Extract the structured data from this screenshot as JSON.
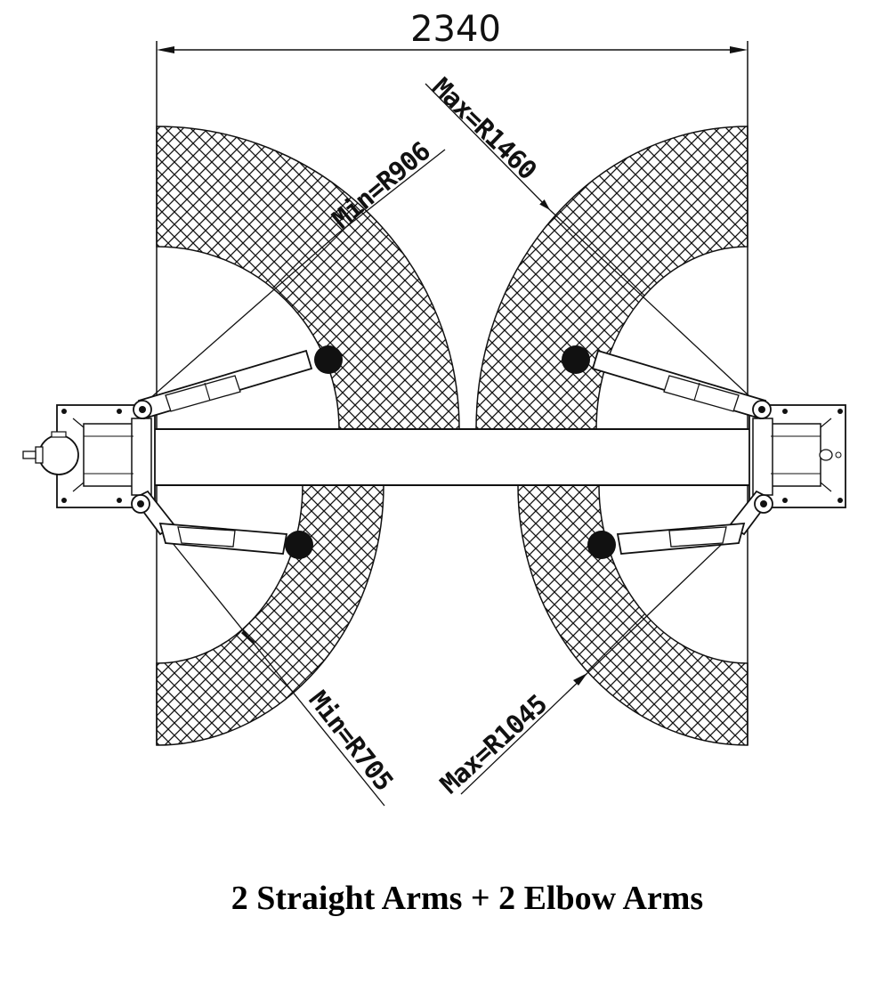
{
  "dimensions": {
    "overall_width": "2340"
  },
  "labels": {
    "upper_left": "Min=R906",
    "upper_right": "Max=R1460",
    "lower_left": "Min=R705",
    "lower_right": "Max=R1045"
  },
  "caption": "2 Straight Arms + 2 Elbow Arms",
  "colors": {
    "line": "#111111",
    "background": "#ffffff"
  }
}
